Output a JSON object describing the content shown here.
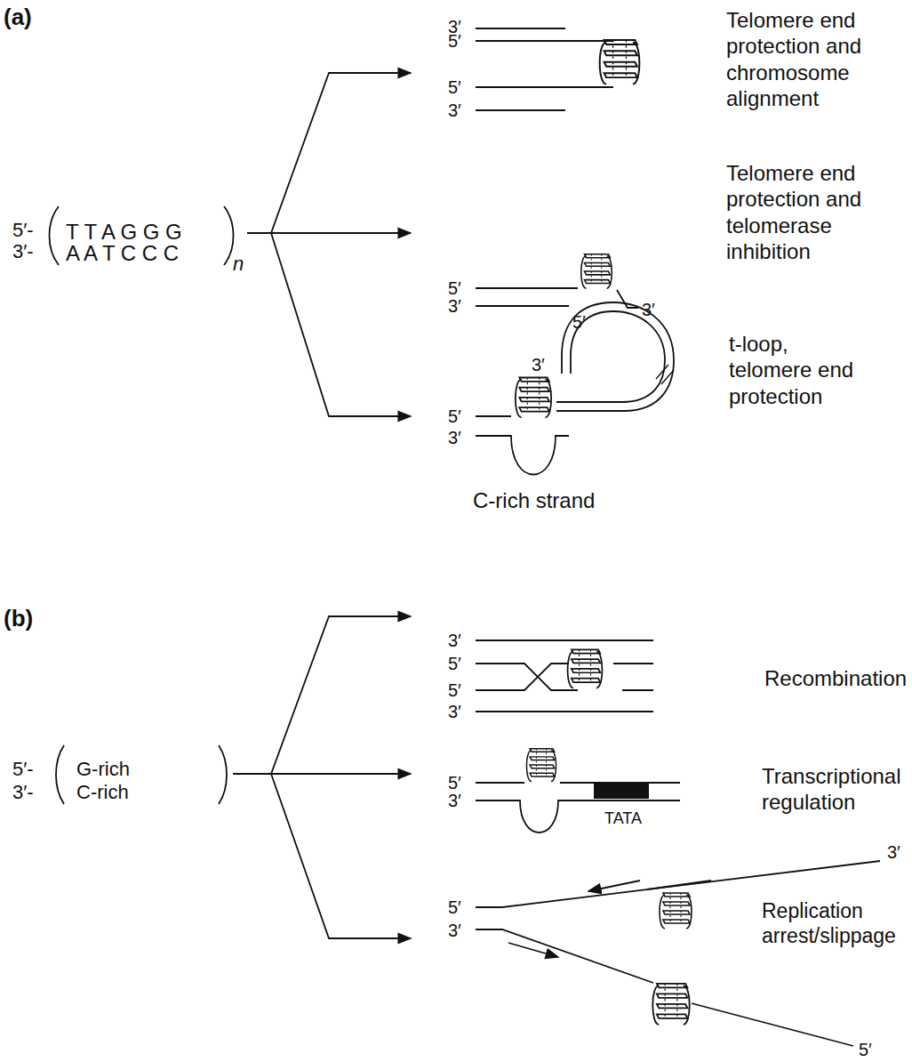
{
  "diagram": {
    "labels": [
      "(a)",
      "5′-",
      "T T A G G G",
      "3′-",
      "A A T C C C",
      "n",
      "3′",
      "5′",
      "5′",
      "3′",
      "Telomere end protection and chromosome alignment",
      "5′",
      "3′",
      "3′",
      "5′",
      "Telomere end protection and telomerase inhibition",
      "3′",
      "5′",
      "3′",
      "C-rich strand",
      "t-loop, telomere end protection",
      "(b)",
      "3′",
      "5′",
      "5′",
      "3′",
      "Recombination",
      "5′-",
      "G-rich",
      "3′-",
      "C-rich",
      "5′",
      "3′",
      "TATA",
      "Transcriptional regulation",
      "3′",
      "5′",
      "3′",
      "5′",
      "Replication arrest/slippage"
    ]
  }
}
